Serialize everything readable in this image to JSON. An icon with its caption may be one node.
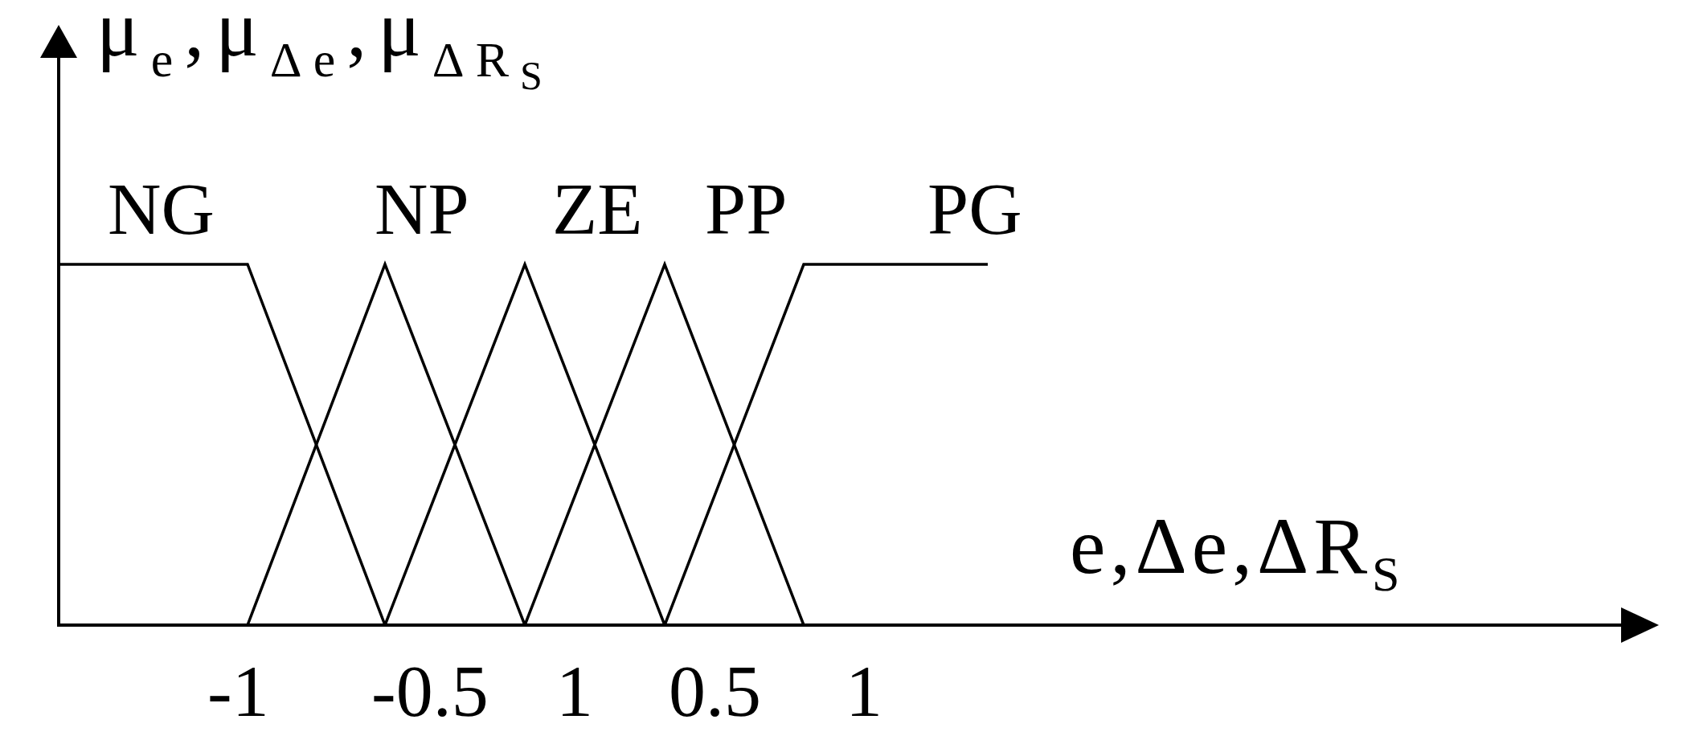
{
  "diagram": {
    "labels": [
      "μ$_{e}$,μ$_{Δe}$,μ$_{ΔR}$$_{S}$",
      "NG",
      "NP",
      "ZE",
      "PP",
      "PG",
      "e,Δe,ΔR$_{S}$",
      "-1",
      "-0.5",
      "1",
      "0.5",
      "1"
    ]
  }
}
